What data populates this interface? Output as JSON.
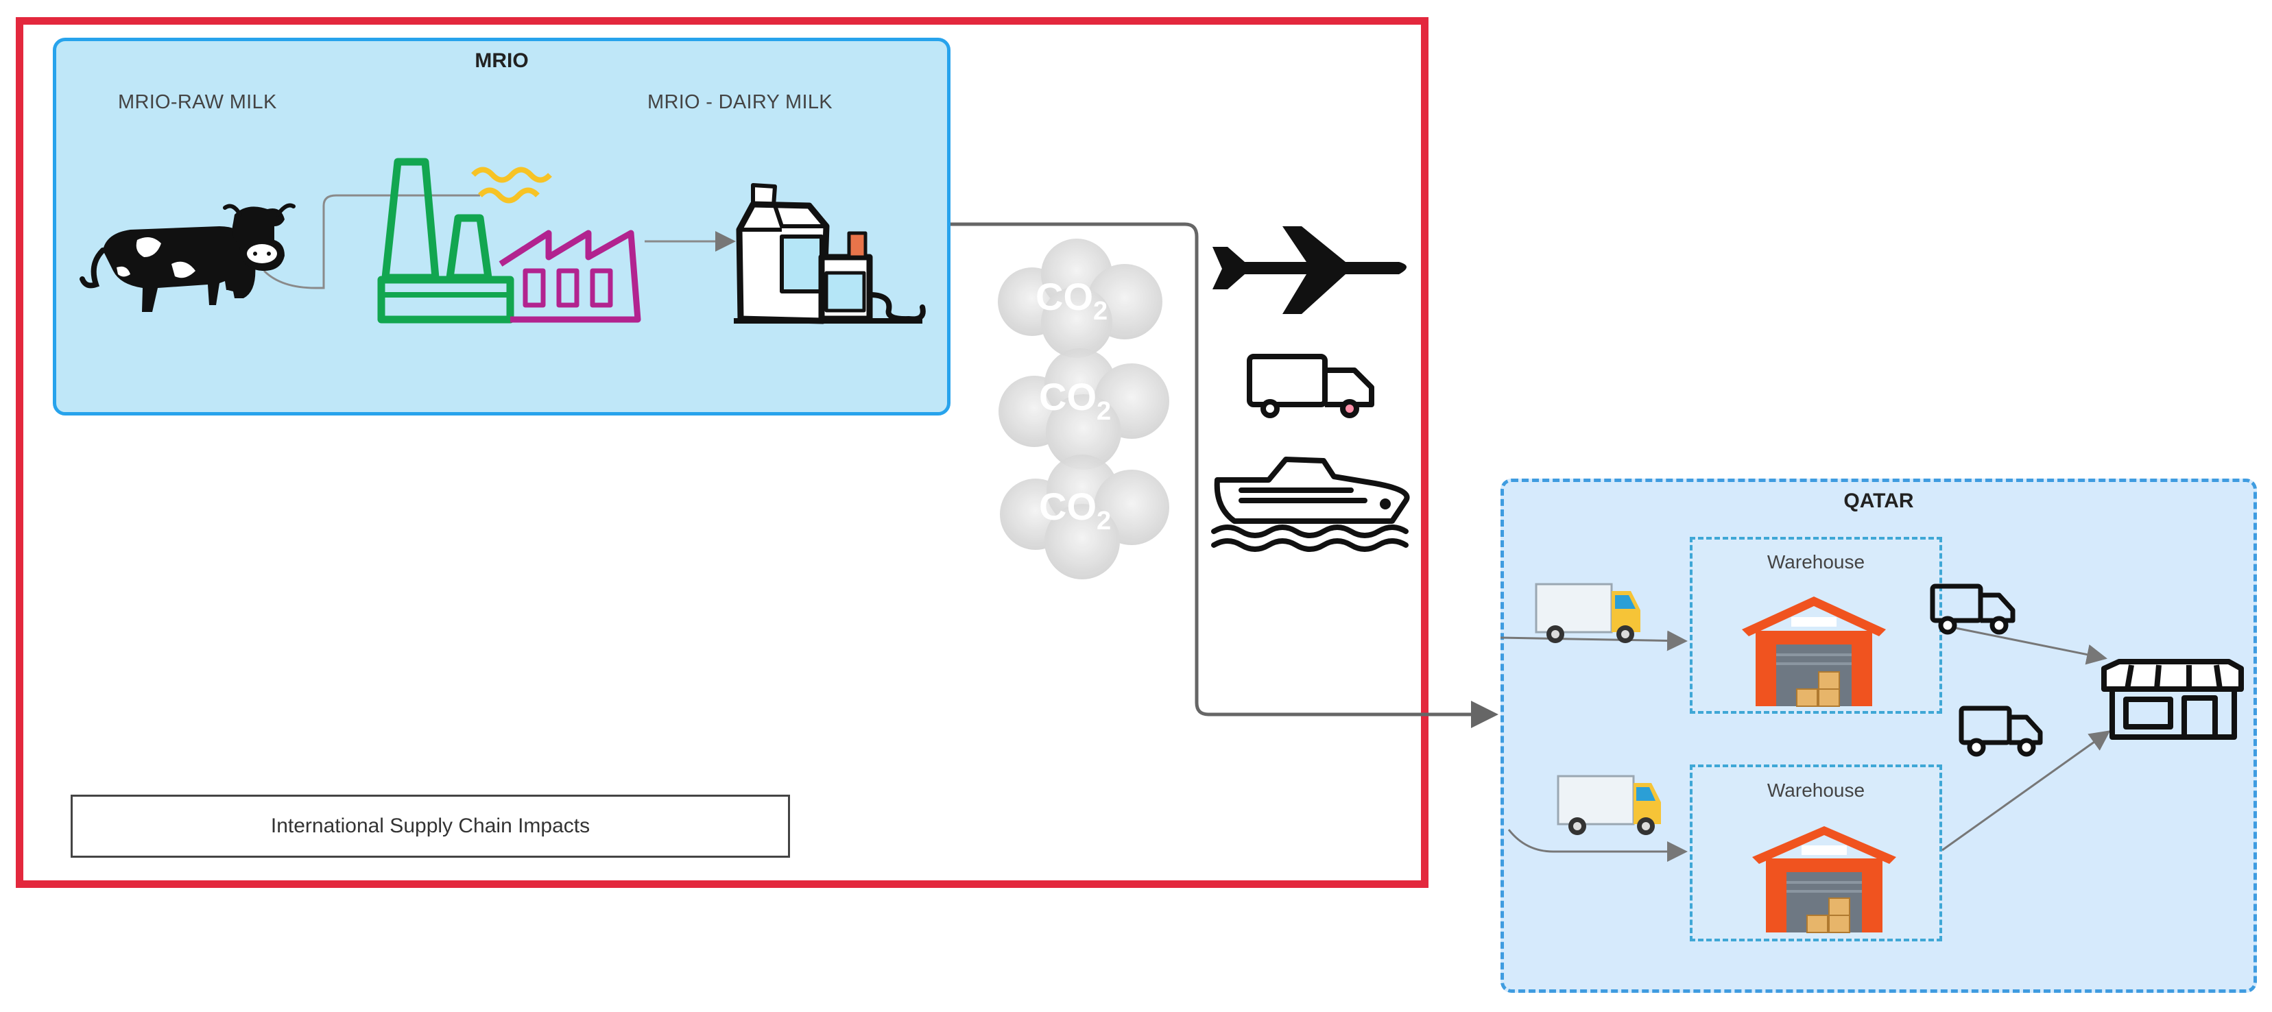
{
  "mrio": {
    "title": "MRIO",
    "raw_milk_label": "MRIO-RAW MILK",
    "dairy_milk_label": "MRIO - DAIRY MILK"
  },
  "emissions": {
    "label": "CO",
    "subscript": "2"
  },
  "qatar": {
    "title": "QATAR",
    "warehouse_1_label": "Warehouse",
    "warehouse_2_label": "Warehouse"
  },
  "legend": {
    "impacts_label": "International Supply Chain Impacts"
  },
  "colors": {
    "frame_red": "#e3283d",
    "mrio_fill": "#bfe7f8",
    "mrio_border": "#27a3ec",
    "qatar_fill": "#d6eafc",
    "qatar_border": "#3f9ce0",
    "factory_green": "#12a650",
    "factory_magenta": "#b2238f",
    "warehouse_orange": "#f0531f"
  },
  "icons": [
    "cow-icon",
    "factory-icon",
    "milk-cartons-icon",
    "co2-cloud-icon",
    "airplane-icon",
    "truck-outline-icon",
    "cargo-ship-icon",
    "delivery-truck-icon",
    "warehouse-icon",
    "store-icon"
  ]
}
